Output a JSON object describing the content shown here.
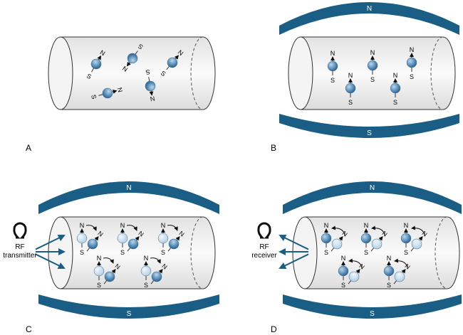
{
  "panels": [
    {
      "label": "A"
    },
    {
      "label": "B",
      "magnet_north": "N",
      "magnet_south": "S"
    },
    {
      "label": "C",
      "magnet_north": "N",
      "magnet_south": "S",
      "rf_line1": "RF",
      "rf_line2": "transmitter"
    },
    {
      "label": "D",
      "magnet_north": "N",
      "magnet_south": "S",
      "rf_line1": "RF",
      "rf_line2": "receiver"
    }
  ],
  "pole_labels": {
    "north": "N",
    "south": "S"
  },
  "colors": {
    "magnet": "#1a5e86",
    "spin_dark": "#4f87b3",
    "spin_light": "#c9dcec",
    "cylinder": "#eeeeee"
  }
}
